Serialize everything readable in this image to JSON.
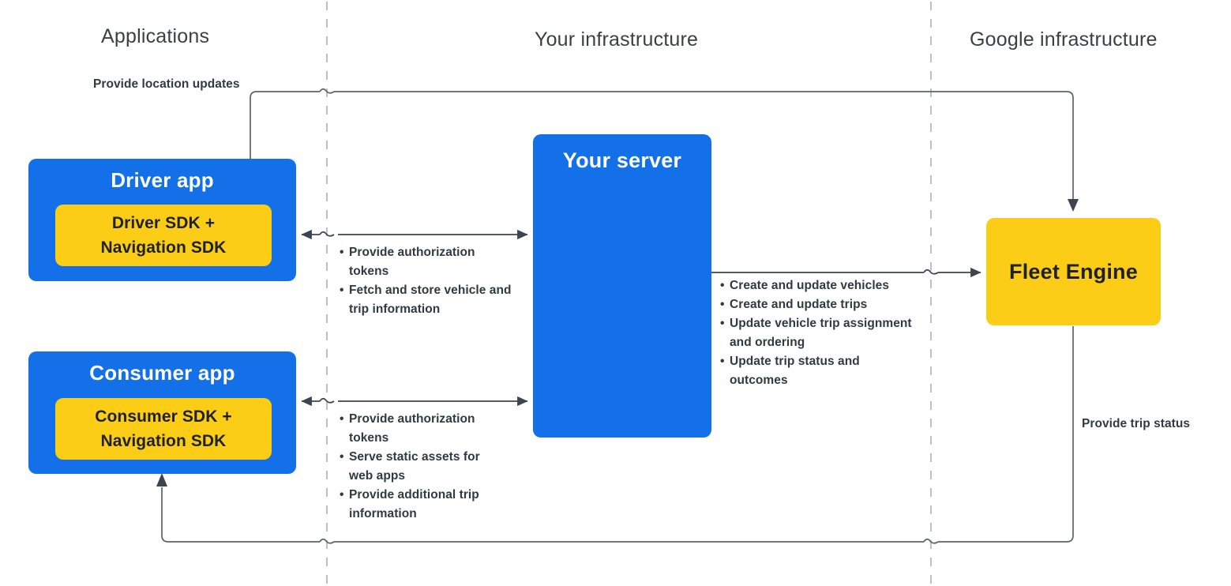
{
  "columns": [
    {
      "label": "Applications"
    },
    {
      "label": "Your infrastructure"
    },
    {
      "label": "Google infrastructure"
    }
  ],
  "nodes": {
    "driver_app": {
      "title": "Driver app",
      "sdk_line1": "Driver SDK +",
      "sdk_line2": "Navigation SDK"
    },
    "consumer_app": {
      "title": "Consumer app",
      "sdk_line1": "Consumer SDK +",
      "sdk_line2": "Navigation SDK"
    },
    "your_server": {
      "title": "Your server"
    },
    "fleet_engine": {
      "title": "Fleet Engine"
    }
  },
  "annotations": {
    "provide_location_updates": "Provide location updates",
    "provide_trip_status": "Provide trip status",
    "driver_server_bullets": [
      "Provide authorization tokens",
      "Fetch and store vehicle and trip information"
    ],
    "consumer_server_bullets": [
      "Provide authorization tokens",
      "Serve static assets for web apps",
      "Provide additional trip information"
    ],
    "server_engine_bullets": [
      "Create and update vehicles",
      "Create and update trips",
      "Update vehicle trip assignment and ordering",
      "Update trip status and outcomes"
    ]
  },
  "colors": {
    "blue": "#1470e8",
    "yellow": "#fbcd16",
    "line": "#5f6368",
    "text_dark": "#2f3a42",
    "header_text": "#3c4043",
    "divider": "#bdc1c6"
  }
}
